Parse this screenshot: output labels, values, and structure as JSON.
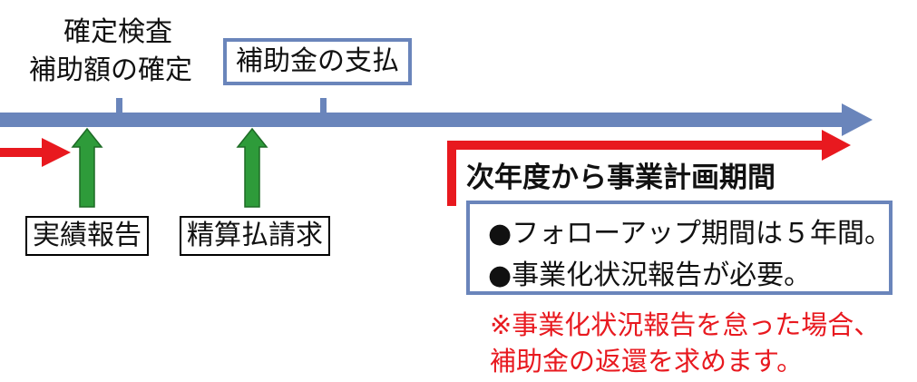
{
  "timeline": {
    "inspection_line1": "確定検査",
    "inspection_line2": "補助額の確定",
    "payment_label": "補助金の支払"
  },
  "events": {
    "report": "実績報告",
    "claim": "精算払請求"
  },
  "plan_period": {
    "title": "次年度から事業計画期間",
    "bullets": [
      "●フォローアップ期間は５年間。",
      "●事業化状況報告が必要。"
    ],
    "note_line1": "※事業化状況報告を怠った場合、",
    "note_line2": "補助金の返還を求めます。"
  },
  "colors": {
    "timeline": "#6a85bb",
    "red_arrow": "#e8191f",
    "green_arrow": "#2e9b3a"
  }
}
